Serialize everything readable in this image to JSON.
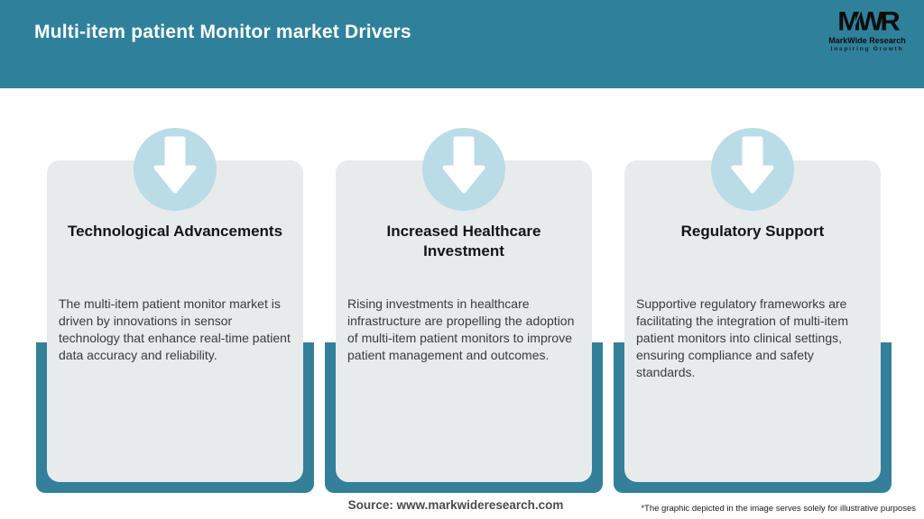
{
  "header": {
    "title": "Multi-item patient Monitor market Drivers",
    "logo": {
      "monogram": "MWR",
      "name": "MarkWide Research",
      "tagline": "Inspiring Growth"
    }
  },
  "cards": [
    {
      "icon": "arrow-down-icon",
      "title": "Technological Advancements",
      "body": "The multi-item patient monitor market is\ndriven by innovations in sensor\ntechnology that enhance real-time patient\ndata accuracy and reliability."
    },
    {
      "icon": "arrow-down-icon",
      "title": "Increased Healthcare\nInvestment",
      "body": "Rising investments in healthcare\ninfrastructure are propelling the adoption\nof multi-item patient monitors to improve\npatient management and outcomes."
    },
    {
      "icon": "arrow-down-icon",
      "title": "Regulatory Support",
      "body": "Supportive regulatory frameworks are\nfacilitating the integration of multi-item\npatient monitors into clinical settings,\nensuring compliance and safety\nstandards."
    }
  ],
  "footer": {
    "source": "Source: www.markwideresearch.com",
    "disclaimer": "*The graphic depicted in the image serves solely for illustrative purposes"
  },
  "colors": {
    "header_teal": "#2f819b",
    "backing_teal": "#34809a",
    "card_gray": "#e8ebec",
    "circle_blue": "#b9dce6",
    "arrow_white": "#ffffff"
  }
}
